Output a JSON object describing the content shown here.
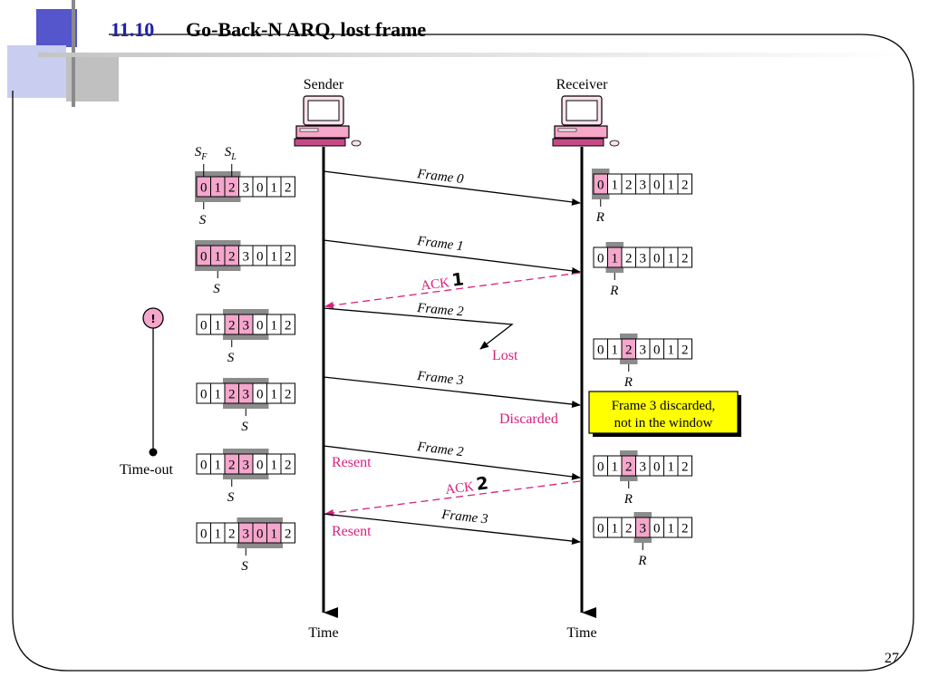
{
  "slide": {
    "section_number": "11.10",
    "title": "Go-Back-N ARQ, lost frame",
    "page_number": "27"
  },
  "labels": {
    "sender": "Sender",
    "receiver": "Receiver",
    "time": "Time",
    "timeout": "Time-out",
    "sf": "S",
    "sf_sub": "F",
    "sl": "S",
    "sl_sub": "L",
    "s": "S",
    "r": "R",
    "lost": "Lost",
    "discarded": "Discarded",
    "resent": "Resent",
    "note_line1": "Frame 3 discarded,",
    "note_line2": "not in the window",
    "timer_icon": "!"
  },
  "messages": [
    {
      "label": "Frame 0"
    },
    {
      "label": "Frame 1"
    },
    {
      "label": "ACK",
      "num": "1"
    },
    {
      "label": "Frame 2"
    },
    {
      "label": "Frame 3"
    },
    {
      "label": "Frame 2"
    },
    {
      "label": "ACK",
      "num": "2"
    },
    {
      "label": "Frame 3"
    }
  ],
  "sequence": [
    "0",
    "1",
    "2",
    "3",
    "0",
    "1",
    "2"
  ],
  "sender_windows": [
    {
      "win_start": 0,
      "win_len": 3,
      "pink": [
        0,
        1,
        2
      ],
      "s_index": 0,
      "show_sf_sl": true
    },
    {
      "win_start": 0,
      "win_len": 3,
      "pink": [
        0,
        1,
        2
      ],
      "s_index": 1
    },
    {
      "win_start": 2,
      "win_len": 3,
      "pink": [
        2,
        3
      ],
      "s_index": 2
    },
    {
      "win_start": 2,
      "win_len": 3,
      "pink": [
        2,
        3
      ],
      "s_index": 3
    },
    {
      "win_start": 2,
      "win_len": 3,
      "pink": [
        2,
        3
      ],
      "s_index": 2
    },
    {
      "win_start": 3,
      "win_len": 3,
      "pink": [
        3,
        4,
        5
      ],
      "s_index": 3
    }
  ],
  "receiver_windows": [
    {
      "win_index": 0
    },
    {
      "win_index": 1
    },
    {
      "win_index": 2
    },
    {
      "win_index": 2
    },
    {
      "win_index": 3
    }
  ],
  "colors": {
    "pink": "#f4a6cc",
    "gray": "#8c8c8c",
    "magenta": "#d8207e",
    "note_bg": "#ffff00",
    "title_blue": "#1f1fb0"
  }
}
